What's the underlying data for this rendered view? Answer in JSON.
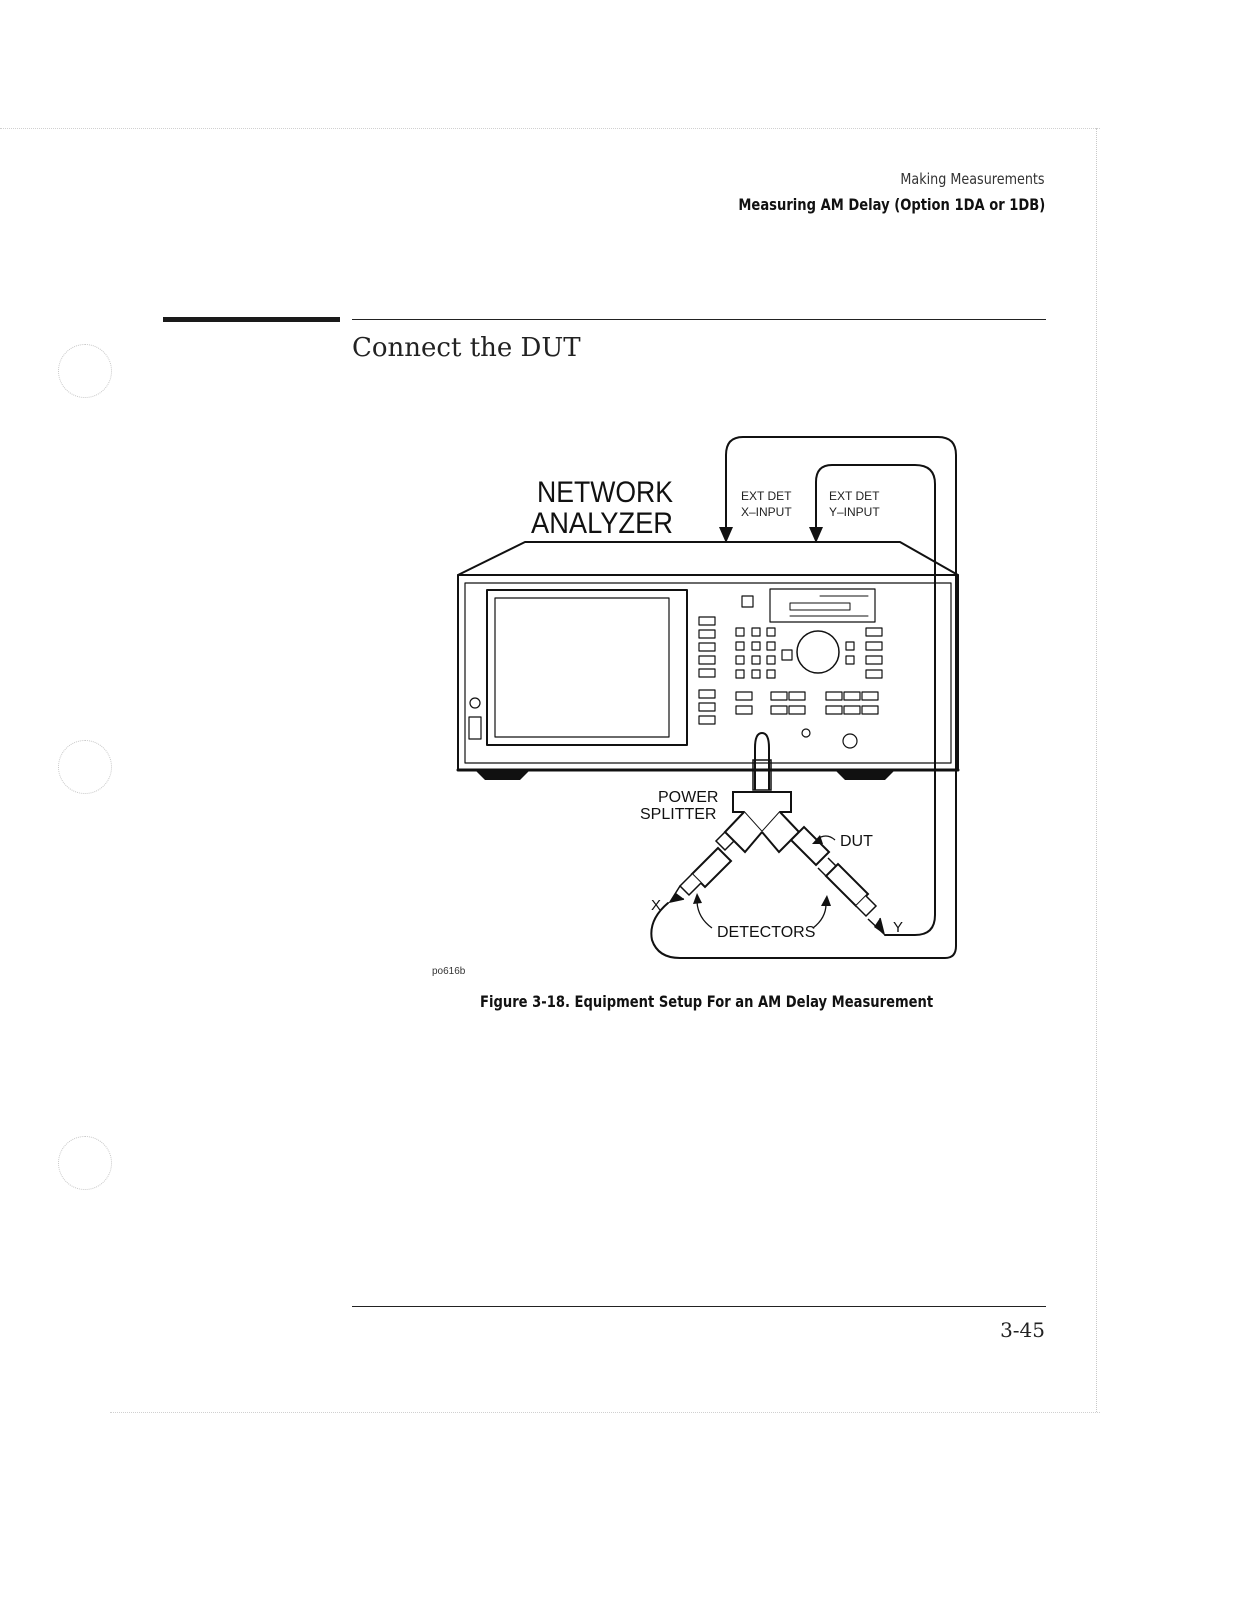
{
  "header": {
    "section": "Making Measurements",
    "title": "Measuring AM Delay (Option 1DA or 1DB)"
  },
  "heading": "Connect the DUT",
  "figure": {
    "labels": {
      "analyzer_line1": "NETWORK",
      "analyzer_line2": "ANALYZER",
      "ext_x_line1": "EXT DET",
      "ext_x_line2": "X–INPUT",
      "ext_y_line1": "EXT DET",
      "ext_y_line2": "Y–INPUT",
      "splitter_line1": "POWER",
      "splitter_line2": "SPLITTER",
      "dut": "DUT",
      "x": "X",
      "y": "Y",
      "detectors": "DETECTORS"
    },
    "code": "po616b",
    "caption": "Figure 3-18. Equipment Setup For an AM Delay Measurement"
  },
  "footer": {
    "page_number": "3-45"
  }
}
